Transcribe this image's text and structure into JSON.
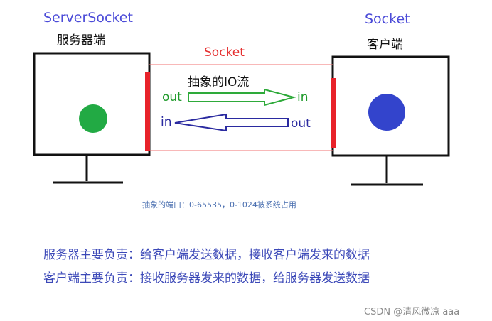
{
  "server": {
    "name": "ServerSocket",
    "label": "服务器端"
  },
  "client": {
    "name": "Socket",
    "label": "客户端"
  },
  "channel": {
    "label": "Socket",
    "stream_label": "抽象的IO流"
  },
  "top_arrow": {
    "from_label": "out",
    "to_label": "in"
  },
  "bottom_arrow": {
    "from_label": "out",
    "to_label": "in"
  },
  "note": "抽象的端口：0-65535，0-1024被系统占用",
  "summary": [
    "服务器主要负责：给客户端发送数据，接收客户端发来的数据",
    "客户端主要负责：接收服务器发来的数据，给服务器发送数据"
  ],
  "watermark": "CSDN @清风微凉 aaa",
  "colors": {
    "server_dot": "#22aa44",
    "client_dot": "#3344cc",
    "socket_bar": "#e8222a",
    "channel_line": "#f07070"
  }
}
